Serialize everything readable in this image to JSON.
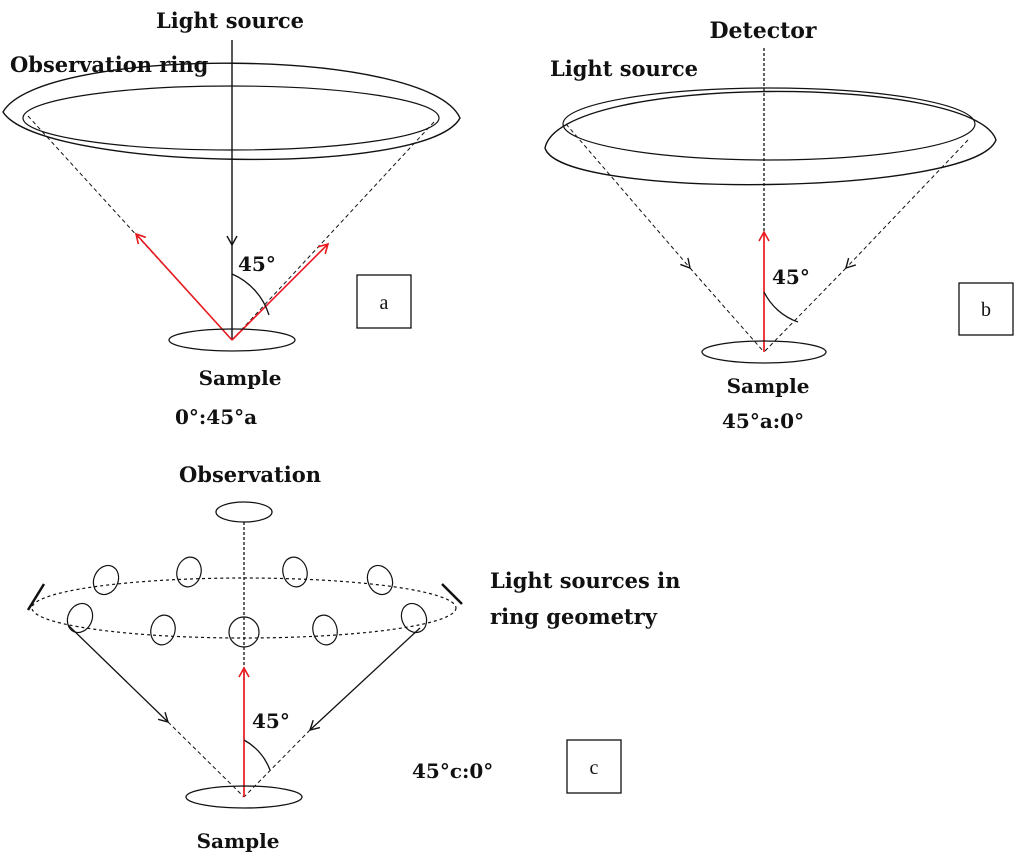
{
  "colors": {
    "ink": "#111111",
    "red_arrow": "#e8191f",
    "background": "#ffffff"
  },
  "panel_a": {
    "light_source": "Light source",
    "observation_ring": "Observation ring",
    "angle": "45°",
    "sample": "Sample",
    "geometry": "0°:45°a",
    "box_label": "a"
  },
  "panel_b": {
    "detector": "Detector",
    "light_source": "Light source",
    "angle": "45°",
    "sample": "Sample",
    "geometry": "45°a:0°",
    "box_label": "b"
  },
  "panel_c": {
    "observation": "Observation",
    "light_sources_line1": "Light sources in",
    "light_sources_line2": "ring geometry",
    "angle": "45°",
    "geometry": "45°c:0°",
    "sample": "Sample",
    "box_label": "c"
  }
}
